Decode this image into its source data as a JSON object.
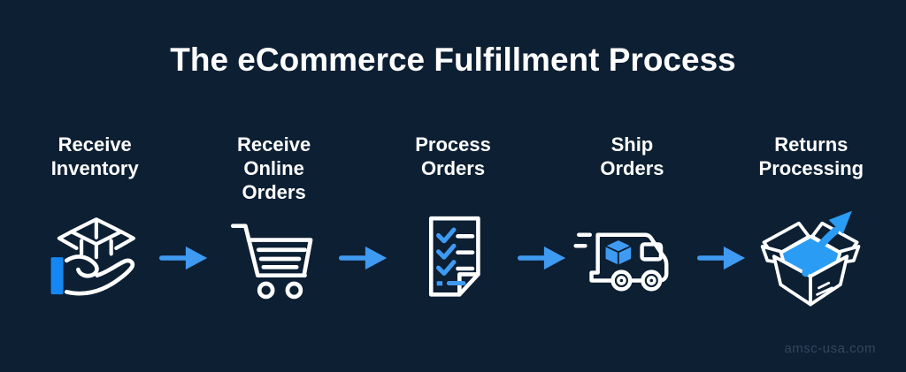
{
  "title": "The eCommerce Fulfillment Process",
  "watermark": "amsc-usa.com",
  "colors": {
    "background": "#0c1f33",
    "text": "#ffffff",
    "accent_blue": "#3f9af2",
    "bright_blue": "#1687f2",
    "watermark_text": "#33465c"
  },
  "steps": [
    {
      "label_line1": "Receive",
      "label_line2": "Inventory",
      "icon": "hand-holding-open-box-icon"
    },
    {
      "label_line1": "Receive",
      "label_line2": "Online Orders",
      "icon": "shopping-cart-icon"
    },
    {
      "label_line1": "Process",
      "label_line2": "Orders",
      "icon": "checklist-document-icon"
    },
    {
      "label_line1": "Ship",
      "label_line2": "Orders",
      "icon": "delivery-truck-icon"
    },
    {
      "label_line1": "Returns",
      "label_line2": "Processing",
      "icon": "open-box-up-arrow-icon"
    }
  ],
  "connectors": {
    "count": 4,
    "type": "right-arrow"
  }
}
